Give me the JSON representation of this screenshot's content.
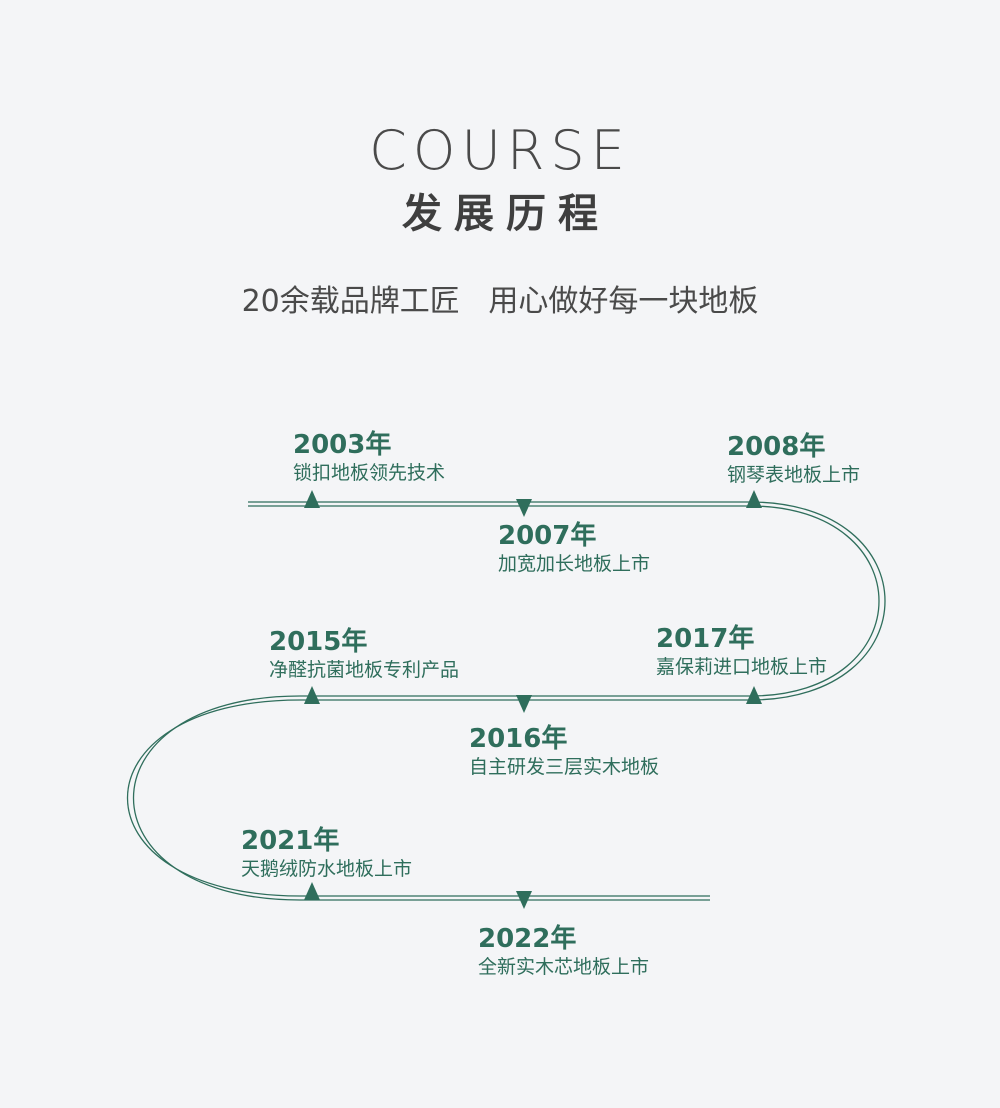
{
  "header": {
    "title_en": "COURSE",
    "title_cn": "发展历程",
    "subtitle": "20余载品牌工匠   用心做好每一块地板"
  },
  "colors": {
    "line": "#2f6e5c",
    "marker": "#2f6e5c",
    "text": "#2f6e5c",
    "background": "#f4f5f7"
  },
  "timeline": {
    "events": [
      {
        "year": "2003年",
        "desc": "锁扣地板领先技术"
      },
      {
        "year": "2007年",
        "desc": "加宽加长地板上市"
      },
      {
        "year": "2008年",
        "desc": "钢琴表地板上市"
      },
      {
        "year": "2017年",
        "desc": "嘉保莉进口地板上市"
      },
      {
        "year": "2016年",
        "desc": "自主研发三层实木地板"
      },
      {
        "year": "2015年",
        "desc": "净醛抗菌地板专利产品"
      },
      {
        "year": "2021年",
        "desc": "天鹅绒防水地板上市"
      },
      {
        "year": "2022年",
        "desc": "全新实木芯地板上市"
      }
    ]
  }
}
